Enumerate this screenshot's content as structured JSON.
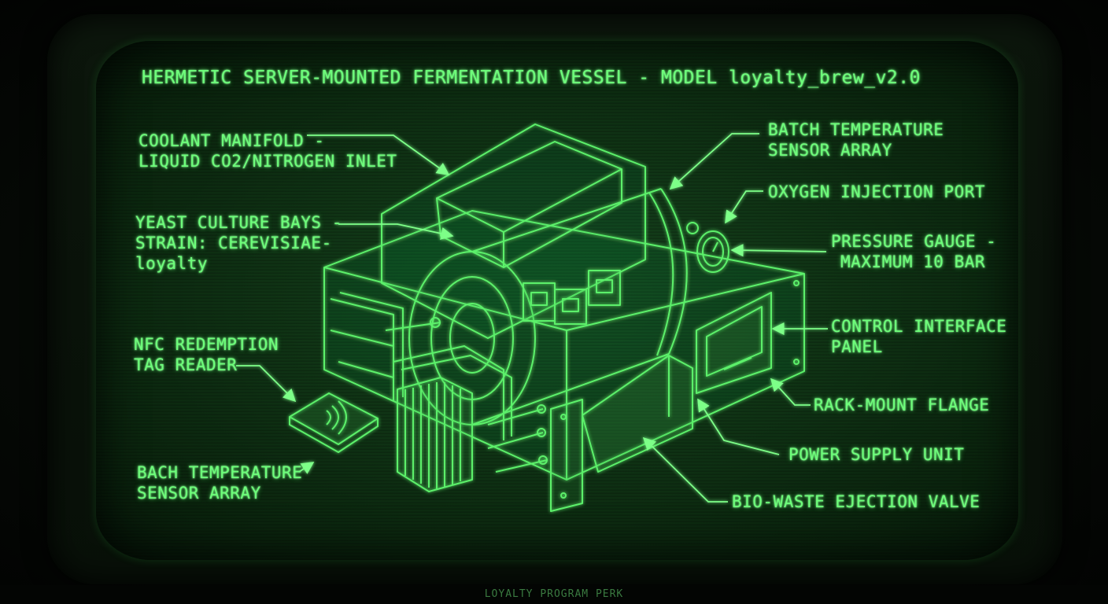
{
  "title": "HERMETIC SERVER-MOUNTED FERMENTATION VESSEL - MODEL loyalty_brew_v2.0",
  "labels": {
    "coolant": [
      "COOLANT MANIFOLD -",
      "LIQUID CO2/NITROGEN INLET"
    ],
    "yeast": [
      "YEAST CULTURE BAYS -",
      "STRAIN: CEREVISIAE-",
      "loyalty"
    ],
    "nfc": [
      "NFC REDEMPTION",
      "TAG READER"
    ],
    "bach": [
      "BACH TEMPERATURE",
      "SENSOR ARRAY"
    ],
    "batch": [
      "BATCH TEMPERATURE",
      "SENSOR ARRAY"
    ],
    "oxygen": [
      "OXYGEN INJECTION PORT"
    ],
    "pressure": [
      "PRESSURE GAUGE -",
      "MAXIMUM 10 BAR"
    ],
    "control": [
      "CONTROL INTERFACE",
      "PANEL"
    ],
    "rack": [
      "RACK-MOUNT FLANGE"
    ],
    "power": [
      "POWER SUPPLY UNIT"
    ],
    "biowaste": [
      "BIO-WASTE EJECTION VALVE"
    ]
  },
  "footer": "LOYALTY PROGRAM PERK",
  "colors": {
    "phosphor": "#6dff7a",
    "screen": "#0f3214"
  },
  "icons": {
    "nfc": "nfc-wave-icon",
    "gauge": "pressure-gauge-icon"
  }
}
